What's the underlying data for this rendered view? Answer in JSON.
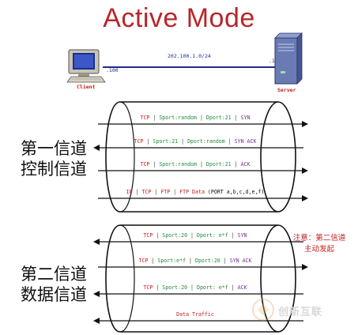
{
  "title": "Active Mode",
  "network": {
    "subnet": "202.100.1.0/24",
    "client_label": "Client",
    "client_ip_suffix": ".100",
    "server_label": "Server",
    "server_ip_suffix": ".1"
  },
  "channel1": {
    "label_line1": "第一信道",
    "label_line2": "控制信道",
    "packets": [
      {
        "direction": "to-server",
        "parts": [
          {
            "t": "TCP",
            "c": "r"
          },
          {
            "t": " | ",
            "c": "sep"
          },
          {
            "t": "Sport:random",
            "c": "g"
          },
          {
            "t": " | ",
            "c": "sep"
          },
          {
            "t": "Dport:21",
            "c": "g"
          },
          {
            "t": " | ",
            "c": "sep"
          },
          {
            "t": "SYN",
            "c": "p"
          }
        ]
      },
      {
        "direction": "to-client",
        "parts": [
          {
            "t": "TCP",
            "c": "r"
          },
          {
            "t": " | ",
            "c": "sep"
          },
          {
            "t": "Sport:21",
            "c": "g"
          },
          {
            "t": " | ",
            "c": "sep"
          },
          {
            "t": "Dport:random",
            "c": "g"
          },
          {
            "t": " | ",
            "c": "sep"
          },
          {
            "t": "SYN ACK",
            "c": "p"
          }
        ]
      },
      {
        "direction": "to-server",
        "parts": [
          {
            "t": "TCP",
            "c": "r"
          },
          {
            "t": " | ",
            "c": "sep"
          },
          {
            "t": "Sport:random",
            "c": "g"
          },
          {
            "t": " | ",
            "c": "sep"
          },
          {
            "t": "Dport:21",
            "c": "g"
          },
          {
            "t": " | ",
            "c": "sep"
          },
          {
            "t": "ACK",
            "c": "p"
          }
        ]
      },
      {
        "direction": "to-server",
        "parts": [
          {
            "t": "IP",
            "c": "r"
          },
          {
            "t": " | ",
            "c": "sep"
          },
          {
            "t": "TCP",
            "c": "r"
          },
          {
            "t": " | ",
            "c": "sep"
          },
          {
            "t": "FTP",
            "c": "r"
          },
          {
            "t": " | ",
            "c": "sep"
          },
          {
            "t": "FTP Data",
            "c": "r"
          },
          {
            "t": " (PORT a,b,c,d,e,f)",
            "c": "k"
          }
        ]
      }
    ]
  },
  "channel2": {
    "label_line1": "第二信道",
    "label_line2": "数据信道",
    "note_line1": "注意：第二信道",
    "note_line2": "主动发起",
    "packets": [
      {
        "direction": "to-client",
        "parts": [
          {
            "t": "TCP",
            "c": "r"
          },
          {
            "t": " | ",
            "c": "sep"
          },
          {
            "t": "Sport:20",
            "c": "g"
          },
          {
            "t": " | ",
            "c": "sep"
          },
          {
            "t": "Dport: e*f",
            "c": "g"
          },
          {
            "t": " | ",
            "c": "sep"
          },
          {
            "t": "SYN",
            "c": "p"
          }
        ]
      },
      {
        "direction": "to-server",
        "parts": [
          {
            "t": "TCP",
            "c": "r"
          },
          {
            "t": " | ",
            "c": "sep"
          },
          {
            "t": "Sport:e*f",
            "c": "g"
          },
          {
            "t": " | ",
            "c": "sep"
          },
          {
            "t": "Dport:20",
            "c": "g"
          },
          {
            "t": " | ",
            "c": "sep"
          },
          {
            "t": "SYN ACK",
            "c": "p"
          }
        ]
      },
      {
        "direction": "to-client",
        "parts": [
          {
            "t": "TCP",
            "c": "r"
          },
          {
            "t": " | ",
            "c": "sep"
          },
          {
            "t": "Sport:20",
            "c": "g"
          },
          {
            "t": " | ",
            "c": "sep"
          },
          {
            "t": "Dport: e*f",
            "c": "g"
          },
          {
            "t": " | ",
            "c": "sep"
          },
          {
            "t": "ACK",
            "c": "p"
          }
        ]
      },
      {
        "direction": "to-client",
        "parts": [
          {
            "t": "Data Traffic",
            "c": "r"
          }
        ]
      }
    ]
  },
  "watermark": "创新互联",
  "colors": {
    "title": "#b8262a",
    "tcp": "#c41c1c",
    "port": "#218a3a",
    "flag": "#7a2c8f",
    "note": "#c41c1c"
  }
}
